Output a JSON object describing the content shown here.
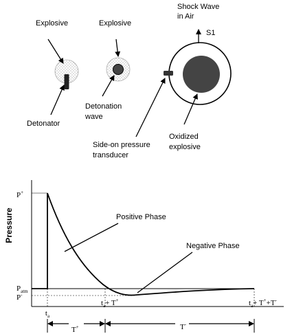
{
  "top_diagram": {
    "explosive_label_1": "Explosive",
    "explosive_label_2": "Explosive",
    "detonator_label": "Detonator",
    "detonation_wave_line1": "Detonation",
    "detonation_wave_line2": "wave",
    "shock_wave_line1": "Shock Wave",
    "shock_wave_line2": "in Air",
    "s1_label": "S1",
    "transducer_line1": "Side-on pressure",
    "transducer_line2": "transducer",
    "oxidized_line1": "Oxidized",
    "oxidized_line2": "explosive"
  },
  "plot": {
    "y_axis_title": "Pressure",
    "p_plus": {
      "base": "P",
      "sup": "+"
    },
    "p_atm": {
      "base": "P",
      "sub": "atm"
    },
    "p_minus": {
      "base": "P",
      "sup": "-"
    },
    "positive_phase": "Positive Phase",
    "negative_phase": "Negative Phase",
    "tick_ta": {
      "base": "t",
      "sub": "a"
    },
    "tick_ta_tplus": {
      "base": "t",
      "sub": "a",
      "rest": "+ T",
      "sup": "+"
    },
    "tick_end": {
      "base": "t",
      "sub": "a",
      "rest": "+ T",
      "sup": "+",
      "rest2": "+T",
      "sup2": "-"
    },
    "dur_tplus": {
      "base": "T",
      "sup": "+"
    },
    "dur_tminus": {
      "base": "T",
      "sup": "-"
    }
  }
}
